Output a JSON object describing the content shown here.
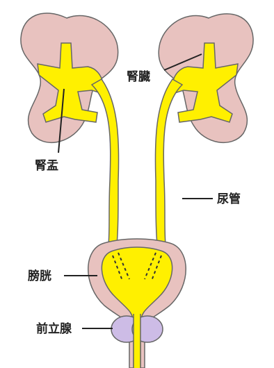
{
  "labels": {
    "kidney_parenchyma": "腎臓",
    "renal_pelvis": "腎盂",
    "ureter": "尿管",
    "bladder": "膀胱",
    "prostate": "前立腺"
  },
  "colors": {
    "kidney_fill": "#e8c2bf",
    "kidney_stroke": "#666666",
    "urine_yellow": "#fff000",
    "urine_stroke": "#666666",
    "bladder_wall": "#e8c2bf",
    "prostate_fill": "#cdbce6",
    "leader_line": "#222222"
  }
}
